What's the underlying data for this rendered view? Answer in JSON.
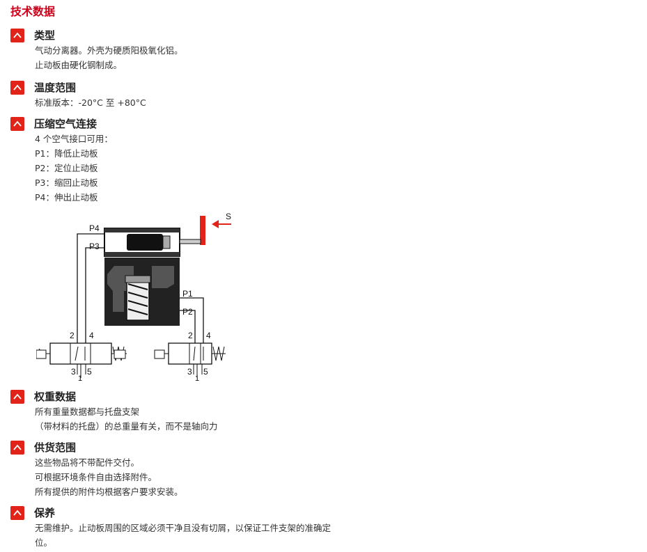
{
  "page_title": "技术数据",
  "sections": [
    {
      "title": "类型",
      "lines": [
        "气动分离器。外壳为硬质阳极氧化铝。",
        "止动板由硬化钢制成。"
      ]
    },
    {
      "title": "温度范围",
      "lines": [
        "标准版本：-20°C 至 +80°C"
      ]
    },
    {
      "title": "压缩空气连接",
      "lines": [
        "4 个空气接口可用：",
        "P1：降低止动板",
        "P2：定位止动板",
        "P3：缩回止动板",
        "P4：伸出止动板"
      ]
    },
    {
      "title": "权重数据",
      "lines": [
        "所有重量数据都与托盘支架",
        "（带材料的托盘）的总重量有关，而不是轴向力"
      ]
    },
    {
      "title": "供货范围",
      "lines": [
        "这些物品将不带配件交付。",
        "可根据环境条件自由选择附件。",
        "所有提供的附件均根据客户要求安装。"
      ]
    },
    {
      "title": "保养",
      "lines": [
        "无需维护。止动板周围的区域必须干净且没有切屑，以保证工件支架的准确定",
        "位。"
      ]
    }
  ],
  "diagram": {
    "stop_label": "Stop",
    "port_p4": "P4",
    "port_p3": "P3",
    "port_p1": "P1",
    "port_p2": "P2",
    "valve1": {
      "port2": "2",
      "port4": "4",
      "port3": "3",
      "port5": "5",
      "port1": "1"
    },
    "valve2": {
      "port2": "2",
      "port4": "4",
      "port3": "3",
      "port5": "5",
      "port1": "1"
    },
    "accent_color": "#e2231a"
  },
  "icons": {
    "section_toggle": "chevron-up-icon"
  }
}
